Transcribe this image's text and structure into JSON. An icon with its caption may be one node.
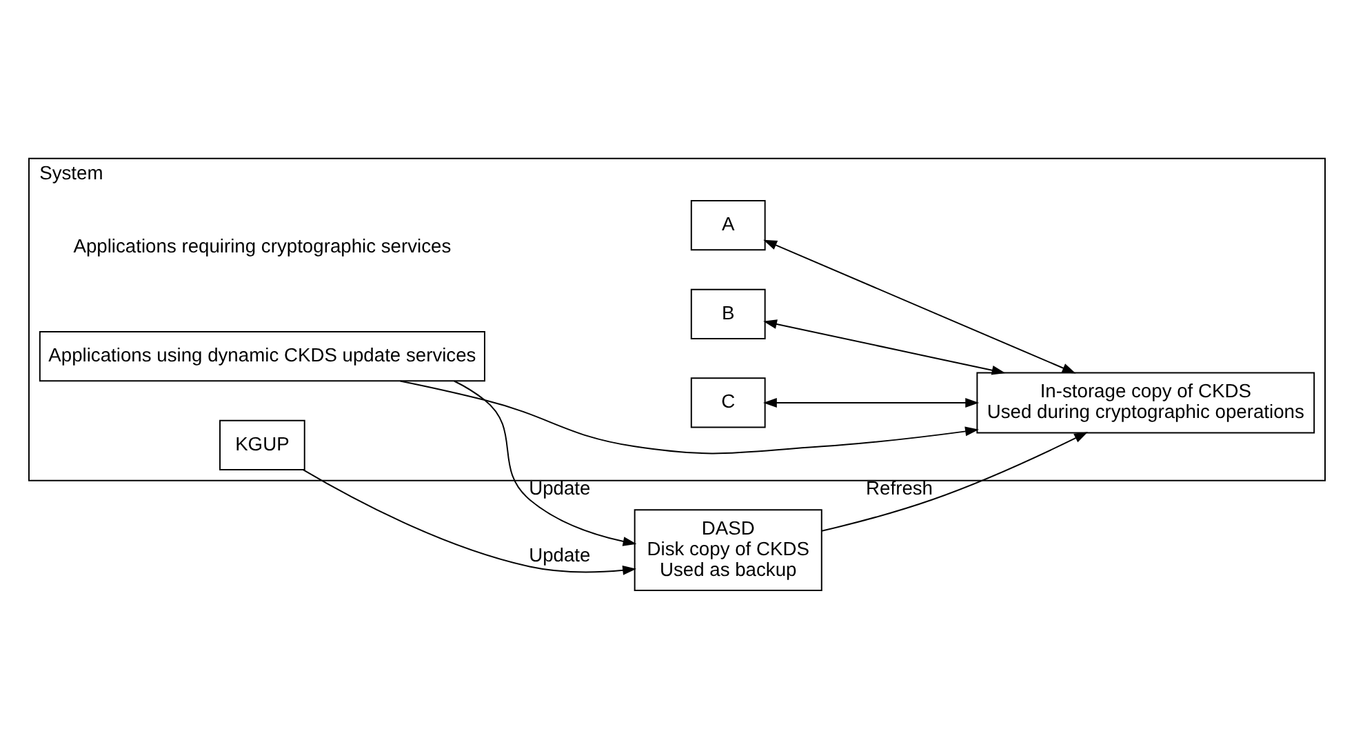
{
  "diagram": {
    "nodes": [
      {
        "text": [
          "System"
        ]
      },
      {
        "text": [
          "In-storage copy of CKDS",
          "Used during cryptographic operations"
        ],
        "in": 0
      },
      {
        "text": [
          "A"
        ],
        "in": 0
      },
      {
        "text": [
          "B"
        ],
        "in": 0
      },
      {
        "text": [
          "C"
        ],
        "in": 0
      },
      {
        "text": [
          "Applications using dynamic CKDS update services"
        ],
        "in": 0
      },
      {
        "text": [
          "KGUP"
        ],
        "in": 0
      },
      {
        "text": [
          "DASD",
          "Disk copy of CKDS",
          "Used as backup"
        ]
      }
    ],
    "edges": [
      {
        "from": 2,
        "to": 1,
        "arrow": "both"
      },
      {
        "from": 3,
        "to": 1,
        "arrow": "both"
      },
      {
        "from": 4,
        "to": 1,
        "arrow": "both"
      },
      {
        "from": 7,
        "to": 1,
        "arrow": "to",
        "label": "Refresh"
      },
      {
        "from": 5,
        "to": 1,
        "arrow": "to"
      },
      {
        "from": 5,
        "to": 7,
        "arrow": "to",
        "label": "Update"
      },
      {
        "from": 6,
        "to": 7,
        "arrow": "to",
        "label": "Update"
      }
    ],
    "labels": [
      "Applications requiring cryptographic services"
    ]
  }
}
